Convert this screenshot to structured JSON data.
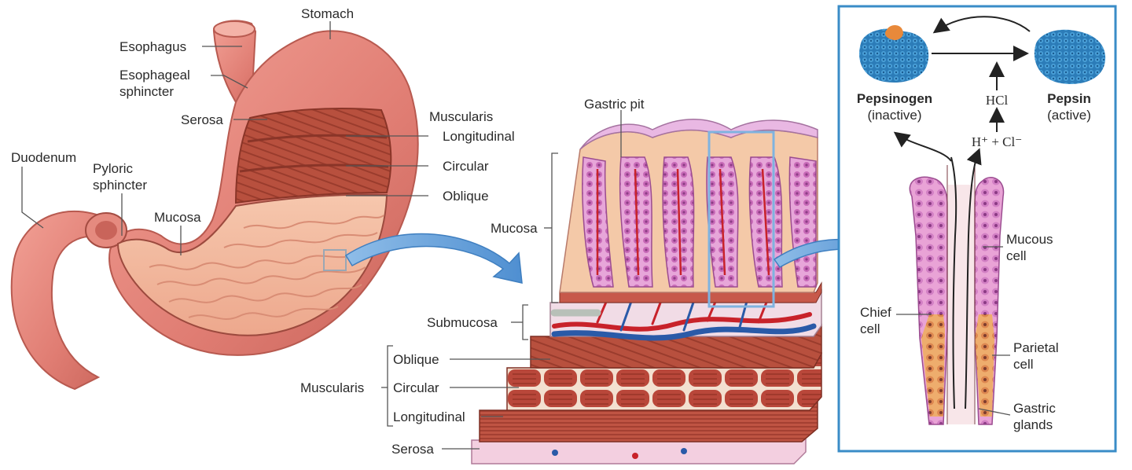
{
  "stomach_labels": {
    "stomach": "Stomach",
    "esophagus": "Esophagus",
    "esophageal_sphincter": "Esophageal\nsphincter",
    "serosa": "Serosa",
    "duodenum": "Duodenum",
    "pyloric_sphincter": "Pyloric\nsphincter",
    "mucosa": "Mucosa",
    "muscularis": "Muscularis",
    "longitudinal": "Longitudinal",
    "circular": "Circular",
    "oblique": "Oblique"
  },
  "wall_labels": {
    "gastric_pit": "Gastric pit",
    "mucosa": "Mucosa",
    "submucosa": "Submucosa",
    "oblique": "Oblique",
    "muscularis": "Muscularis",
    "circular": "Circular",
    "longitudinal": "Longitudinal",
    "serosa": "Serosa"
  },
  "gland_panel": {
    "pepsinogen": "Pepsinogen",
    "pepsinogen_state": "(inactive)",
    "hcl": "HCl",
    "ions": "H⁺ + Cl⁻",
    "pepsin": "Pepsin",
    "pepsin_state": "(active)",
    "mucous_cell": "Mucous\ncell",
    "chief_cell": "Chief\ncell",
    "parietal_cell": "Parietal\ncell",
    "gastric_glands": "Gastric\nglands"
  },
  "colors": {
    "stomach_flesh": "#e07d73",
    "stomach_interior": "#f2b79b",
    "muscle": "#b84a3a",
    "mucosa_pink": "#e3a0d2",
    "artery": "#c8222a",
    "vein": "#2a5aa8",
    "callout_blue": "#5b9bd5",
    "panel_border": "#3a8cc7",
    "protein_blue": "#2c7cb8"
  }
}
